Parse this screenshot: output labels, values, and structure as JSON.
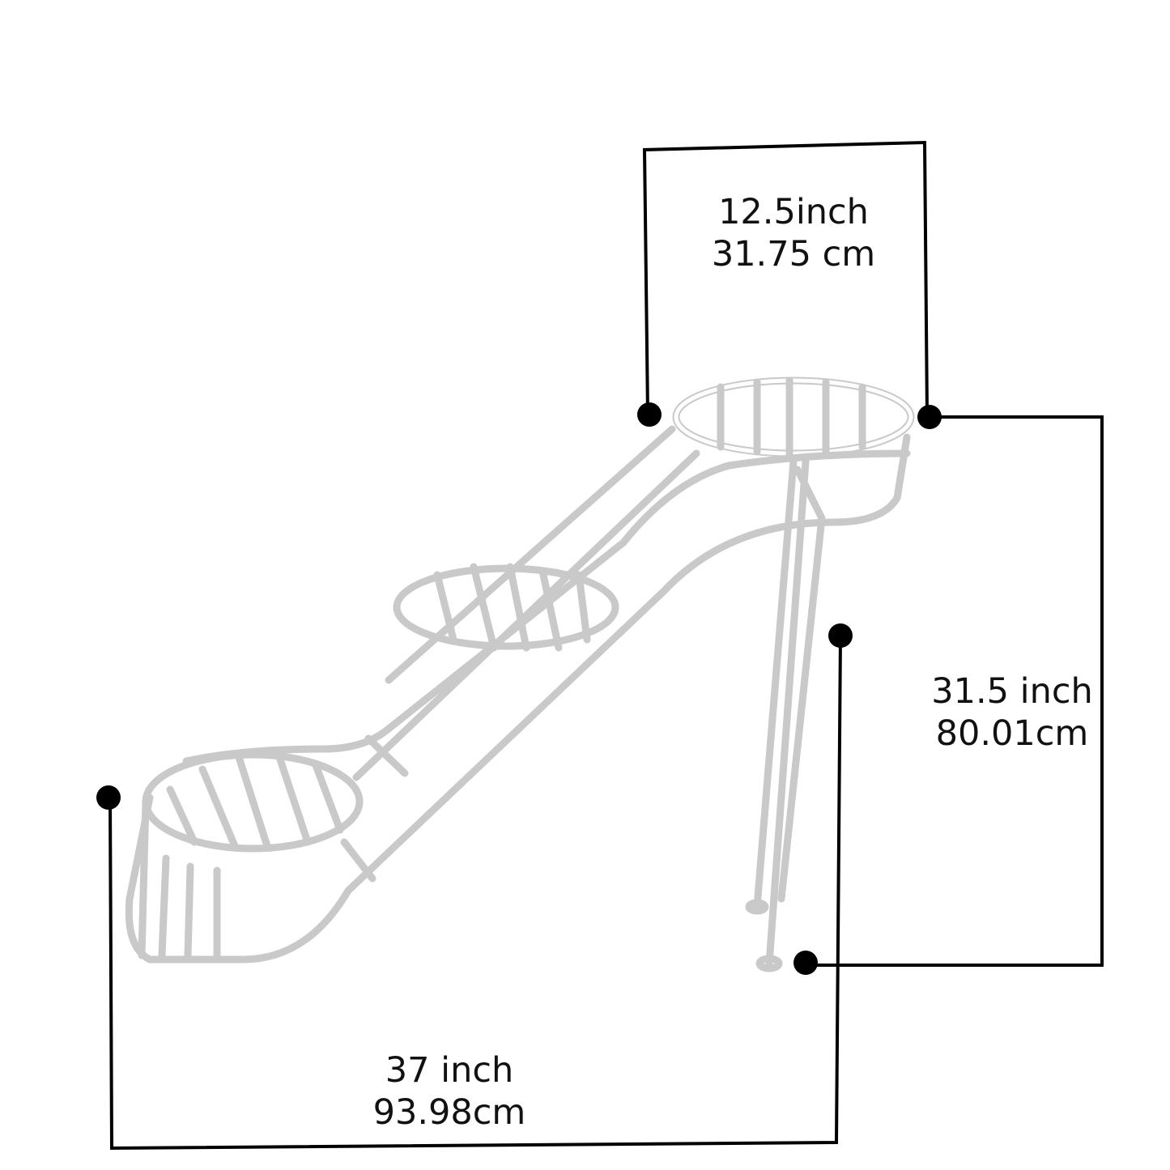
{
  "dimensions": {
    "width": {
      "inch": "12.5inch",
      "cm": "31.75 cm"
    },
    "height": {
      "inch": "31.5 inch",
      "cm": "80.01cm"
    },
    "length": {
      "inch": "37 inch",
      "cm": "93.98cm"
    }
  },
  "colors": {
    "frame": "#ffffff",
    "dimension_lines": "#000000"
  }
}
